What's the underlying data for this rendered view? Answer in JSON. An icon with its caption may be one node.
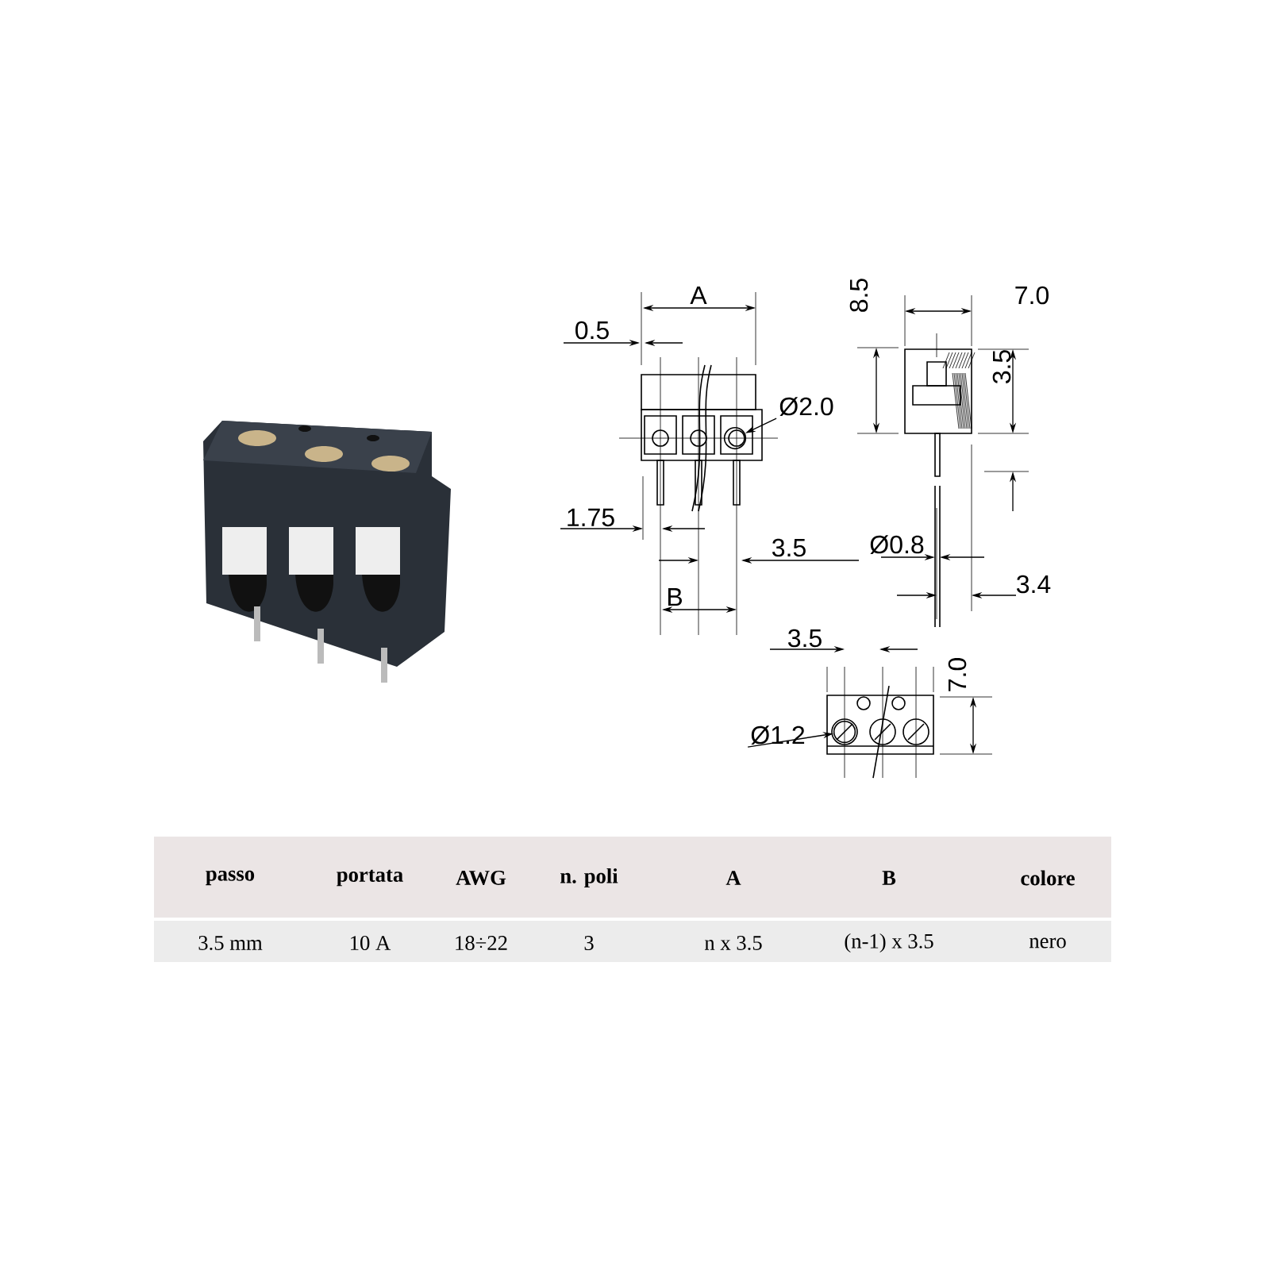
{
  "diagram": {
    "nodes": [
      {
        "text": [
          "Ø2.0"
        ]
      },
      {
        "text": [],
        "shape": "circle"
      },
      {
        "text": [
          "Ø1.2"
        ]
      },
      {
        "text": [],
        "shape": "circle"
      }
    ],
    "edges": [
      {
        "from": 0,
        "to": 1,
        "arrow": "to"
      },
      {
        "from": 2,
        "to": 3,
        "arrow": "to"
      }
    ],
    "labels": [
      "A",
      "0.5",
      "8.5",
      "7.0",
      "3.5",
      "1.75",
      "3.5",
      "Ø0.8",
      "3.4",
      "B",
      "3.5",
      "7.0",
      "passo",
      "portata",
      "AWG",
      "n. poli",
      "A",
      "B",
      "colore",
      "3.5 mm",
      "10 A",
      "18÷22",
      "3",
      "n x 3.5",
      "(n-1) x 3.5",
      "nero"
    ]
  }
}
